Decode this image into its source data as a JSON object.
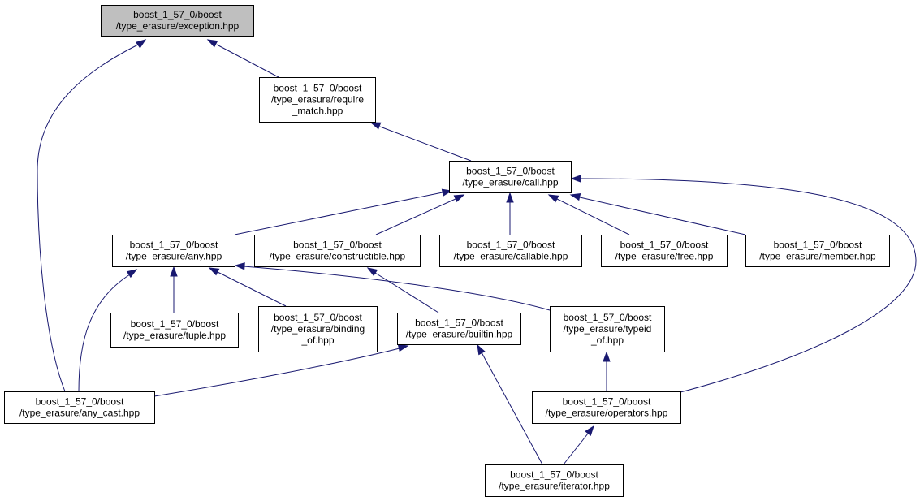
{
  "colors": {
    "edge": "#191970",
    "node_fill": "#ffffff",
    "highlight_fill": "#bfbfbf",
    "node_border": "#000000"
  },
  "nodes": [
    {
      "id": "exception",
      "lines": [
        "boost_1_57_0/boost",
        "/type_erasure/exception.hpp"
      ],
      "highlight": true
    },
    {
      "id": "require_match",
      "lines": [
        "boost_1_57_0/boost",
        "/type_erasure/require",
        "_match.hpp"
      ]
    },
    {
      "id": "call",
      "lines": [
        "boost_1_57_0/boost",
        "/type_erasure/call.hpp"
      ]
    },
    {
      "id": "any",
      "lines": [
        "boost_1_57_0/boost",
        "/type_erasure/any.hpp"
      ]
    },
    {
      "id": "constructible",
      "lines": [
        "boost_1_57_0/boost",
        "/type_erasure/constructible.hpp"
      ]
    },
    {
      "id": "callable",
      "lines": [
        "boost_1_57_0/boost",
        "/type_erasure/callable.hpp"
      ]
    },
    {
      "id": "free",
      "lines": [
        "boost_1_57_0/boost",
        "/type_erasure/free.hpp"
      ]
    },
    {
      "id": "member",
      "lines": [
        "boost_1_57_0/boost",
        "/type_erasure/member.hpp"
      ]
    },
    {
      "id": "tuple",
      "lines": [
        "boost_1_57_0/boost",
        "/type_erasure/tuple.hpp"
      ]
    },
    {
      "id": "binding_of",
      "lines": [
        "boost_1_57_0/boost",
        "/type_erasure/binding",
        "_of.hpp"
      ]
    },
    {
      "id": "builtin",
      "lines": [
        "boost_1_57_0/boost",
        "/type_erasure/builtin.hpp"
      ]
    },
    {
      "id": "typeid_of",
      "lines": [
        "boost_1_57_0/boost",
        "/type_erasure/typeid",
        "_of.hpp"
      ]
    },
    {
      "id": "any_cast",
      "lines": [
        "boost_1_57_0/boost",
        "/type_erasure/any_cast.hpp"
      ]
    },
    {
      "id": "operators",
      "lines": [
        "boost_1_57_0/boost",
        "/type_erasure/operators.hpp"
      ]
    },
    {
      "id": "iterator",
      "lines": [
        "boost_1_57_0/boost",
        "/type_erasure/iterator.hpp"
      ]
    }
  ],
  "edges": [
    {
      "from": "require_match",
      "to": "exception"
    },
    {
      "from": "any_cast",
      "to": "exception"
    },
    {
      "from": "call",
      "to": "require_match"
    },
    {
      "from": "any",
      "to": "call"
    },
    {
      "from": "constructible",
      "to": "call"
    },
    {
      "from": "callable",
      "to": "call"
    },
    {
      "from": "free",
      "to": "call"
    },
    {
      "from": "member",
      "to": "call"
    },
    {
      "from": "operators",
      "to": "call"
    },
    {
      "from": "tuple",
      "to": "any"
    },
    {
      "from": "binding_of",
      "to": "any"
    },
    {
      "from": "typeid_of",
      "to": "any"
    },
    {
      "from": "any_cast",
      "to": "any"
    },
    {
      "from": "builtin",
      "to": "constructible"
    },
    {
      "from": "any_cast",
      "to": "builtin"
    },
    {
      "from": "iterator",
      "to": "builtin"
    },
    {
      "from": "operators",
      "to": "typeid_of"
    },
    {
      "from": "iterator",
      "to": "operators"
    }
  ]
}
